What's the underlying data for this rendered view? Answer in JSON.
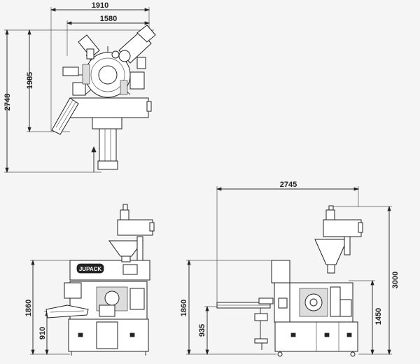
{
  "brand_label": "JUPACK",
  "top_view": {
    "dim_overall_width": "1910",
    "dim_body_width": "1580",
    "dim_overall_depth": "2748",
    "dim_body_depth": "1985"
  },
  "front_view": {
    "dim_height": "1860",
    "dim_lower_height": "910"
  },
  "side_view": {
    "dim_length": "2745",
    "dim_height_left": "1860",
    "dim_lower_height": "935",
    "dim_mid_height": "1450",
    "dim_total_height": "3000"
  }
}
